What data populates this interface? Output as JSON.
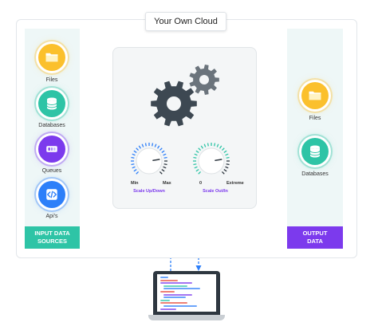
{
  "title": "Your Own Cloud",
  "input": {
    "footer_line1": "INPUT DATA",
    "footer_line2": "SOURCES",
    "footer_color": "#2ec4a6",
    "items": [
      {
        "label": "Files",
        "icon": "folder-icon",
        "color": "#fbc02d"
      },
      {
        "label": "Databases",
        "icon": "database-icon",
        "color": "#2ec4a6"
      },
      {
        "label": "Queues",
        "icon": "queue-icon",
        "color": "#7c3aed"
      },
      {
        "label": "Api's",
        "icon": "code-icon",
        "color": "#2d7ff9"
      }
    ]
  },
  "output": {
    "footer_line1": "OUTPUT",
    "footer_line2": "DATA",
    "footer_color": "#7c3aed",
    "items": [
      {
        "label": "Files",
        "icon": "folder-icon",
        "color": "#fbc02d"
      },
      {
        "label": "Databases",
        "icon": "database-icon",
        "color": "#2ec4a6"
      }
    ]
  },
  "server": {
    "icon": "gears-icon",
    "dials": [
      {
        "min": "Min",
        "max": "Max",
        "caption": "Scale Up/Down",
        "caption_color": "#7c3aed",
        "accent": "#2d7ff9",
        "level": 0.8
      },
      {
        "min": "0",
        "max": "Extreme",
        "caption": "Scale Out/In",
        "caption_color": "#7c3aed",
        "accent": "#2ec4a6",
        "level": 0.8
      }
    ]
  },
  "client": {
    "icon": "laptop-icon"
  }
}
